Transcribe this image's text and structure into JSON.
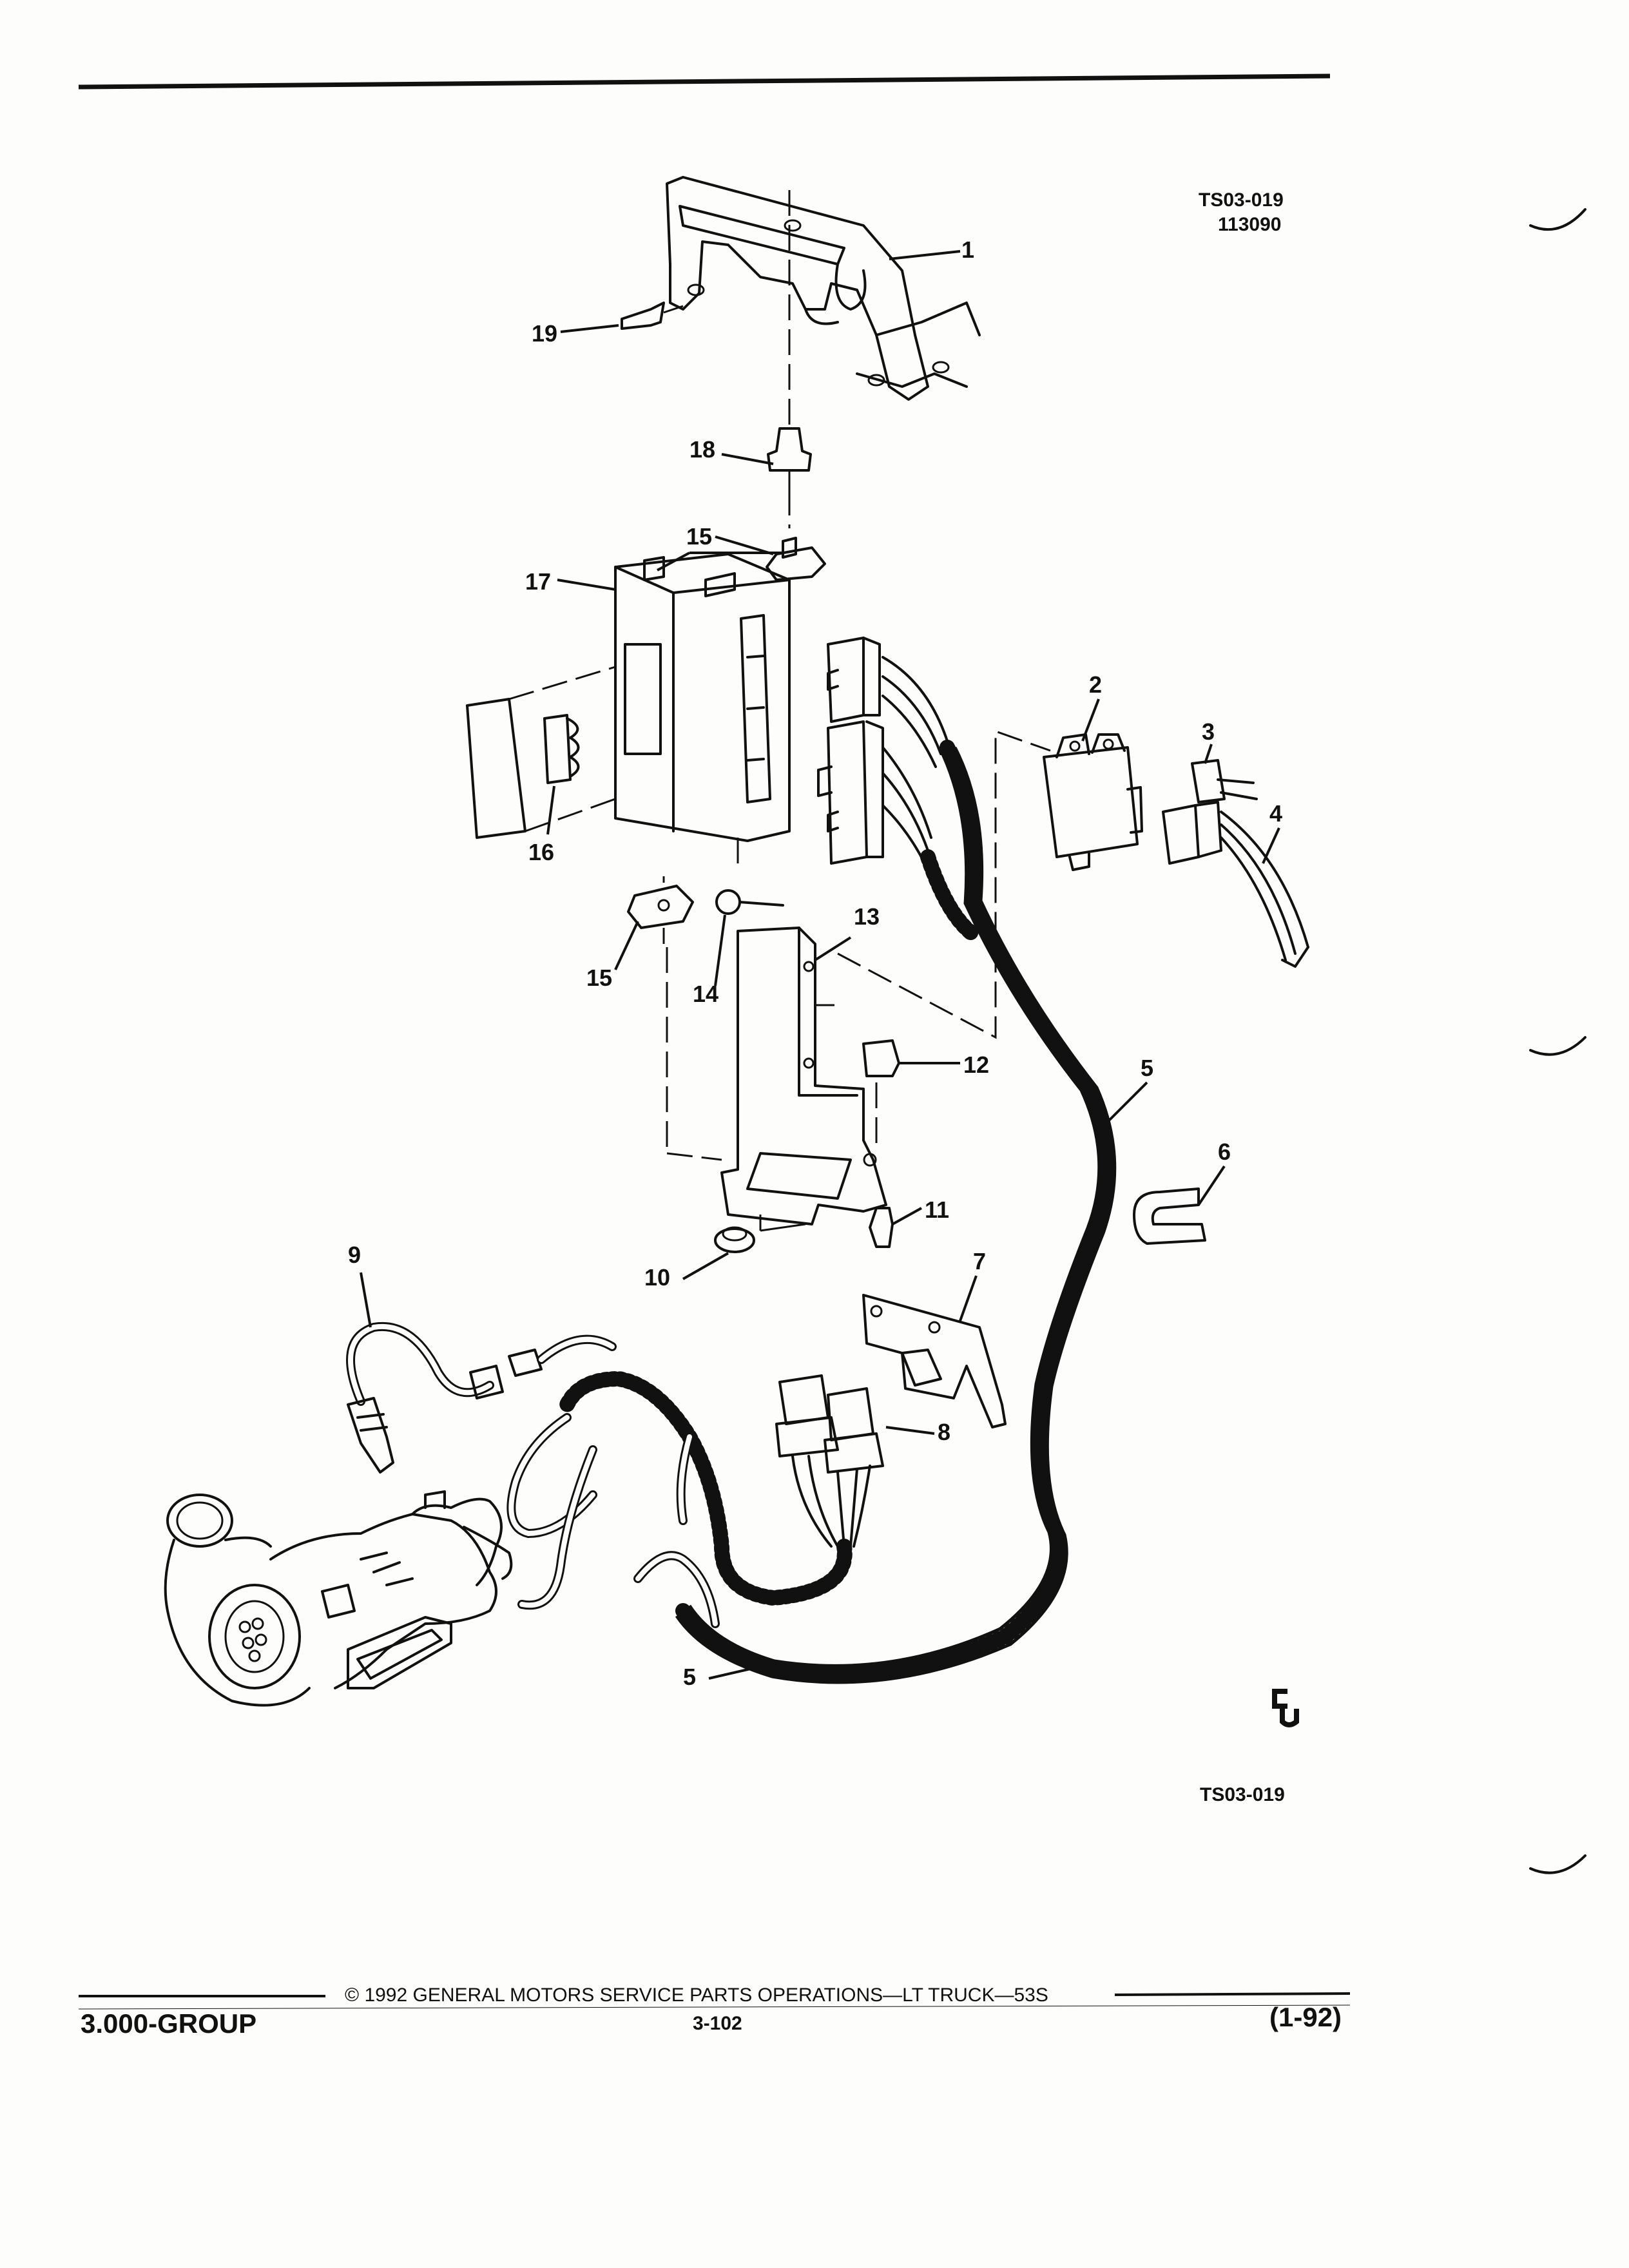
{
  "header": {
    "figure_code": "TS03-019",
    "figure_number": "113090"
  },
  "callouts": {
    "c1": "1",
    "c2": "2",
    "c3": "3",
    "c4": "4",
    "c5a": "5",
    "c5b": "5",
    "c6": "6",
    "c7": "7",
    "c8": "8",
    "c9": "9",
    "c10": "10",
    "c11": "11",
    "c12": "12",
    "c13": "13",
    "c14": "14",
    "c15a": "15",
    "c15b": "15",
    "c16": "16",
    "c17": "17",
    "c18": "18",
    "c19": "19"
  },
  "footer": {
    "figure_code_bottom": "TS03-019",
    "copyright": "© 1992 GENERAL MOTORS SERVICE PARTS OPERATIONS—LT TRUCK—53S",
    "group": "3.000-GROUP",
    "page_number": "3-102",
    "revision": "(1-92)"
  }
}
